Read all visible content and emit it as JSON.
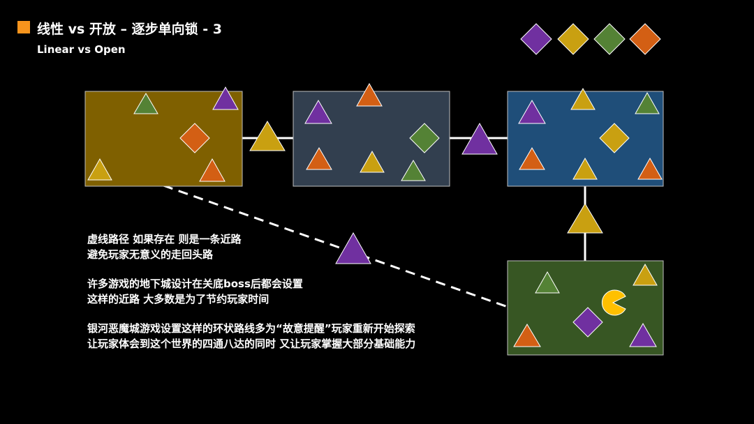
{
  "header": {
    "title": "线性 vs 开放 – 逐步单向锁 - 3",
    "subtitle": "Linear vs Open",
    "accent_color": "#f7941d"
  },
  "legend_colors": [
    "#7030a0",
    "#c9a011",
    "#548235",
    "#d35f14"
  ],
  "rooms": [
    {
      "name": "room-olive",
      "color": "#7f6000"
    },
    {
      "name": "room-slate",
      "color": "#323f4f"
    },
    {
      "name": "room-blue",
      "color": "#1f4e79"
    },
    {
      "name": "room-green",
      "color": "#375623"
    }
  ],
  "notes": [
    "虚线路径 如果存在 则是一条近路",
    "避免玩家无意义的走回头路",
    "许多游戏的地下城设计在关底boss后都会设置",
    "这样的近路 大多数是为了节约玩家时间",
    "银河恶魔城游戏设置这样的环状路线多为“故意提醒”玩家重新开始探索",
    "让玩家体会到这个世界的四通八达的同时 又让玩家掌握大部分基础能力"
  ],
  "player_icon": "pacman-icon"
}
